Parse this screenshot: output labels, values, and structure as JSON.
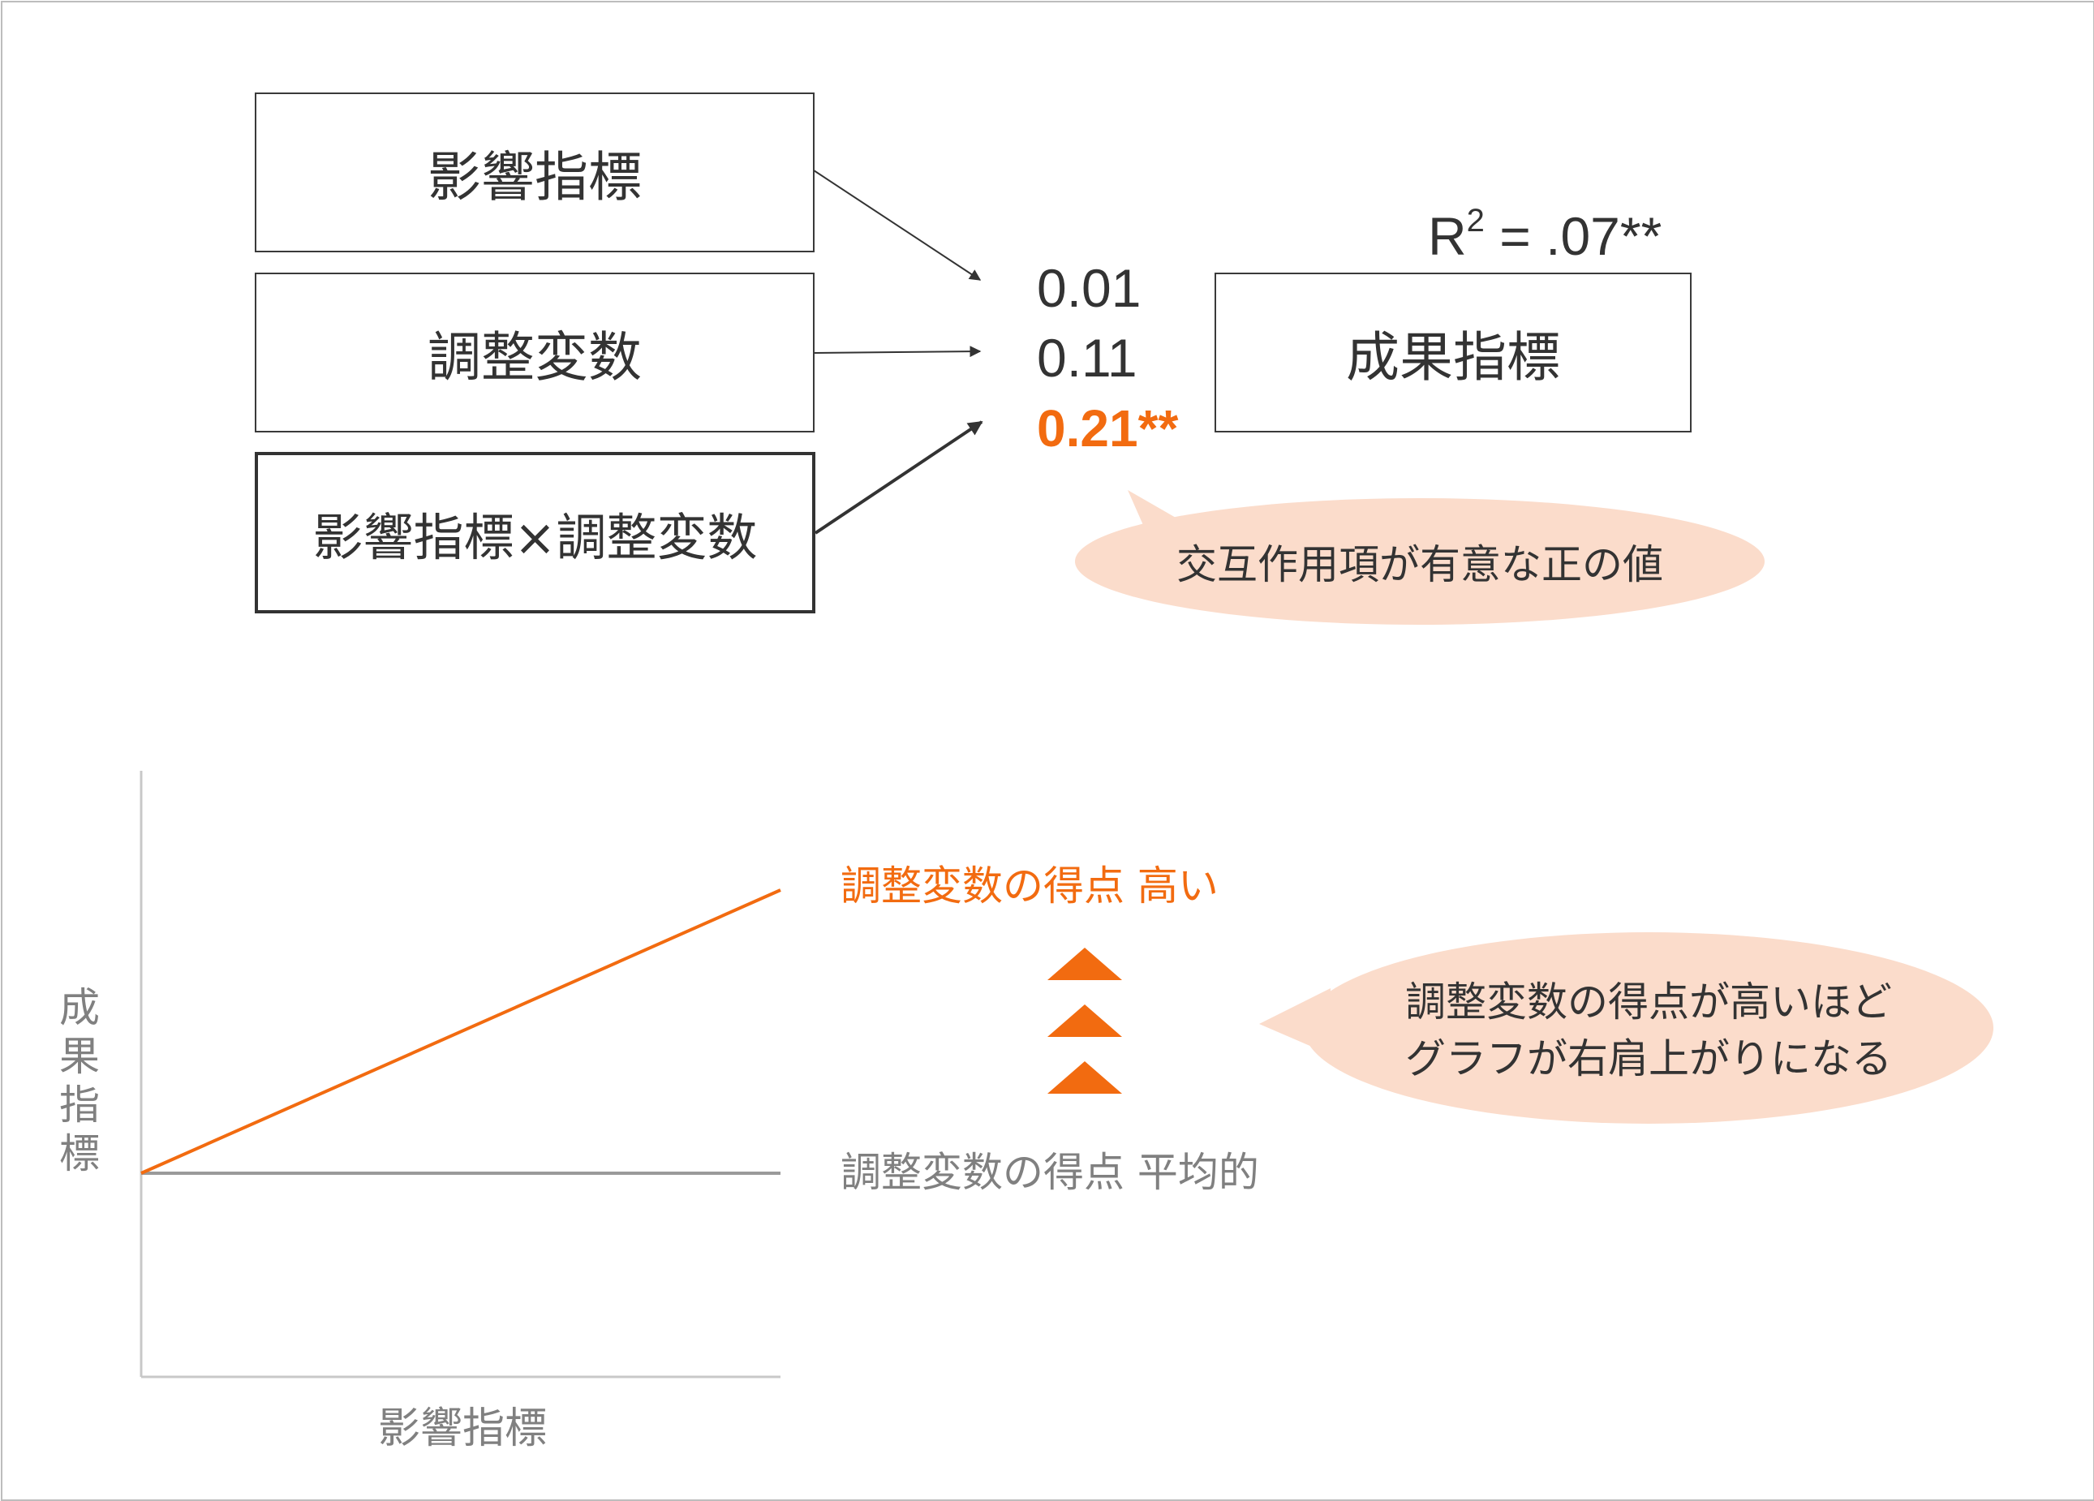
{
  "diagram": {
    "boxes": {
      "influence": "影響指標",
      "moderator": "調整変数",
      "interaction": "影響指標×調整変数",
      "outcome": "成果指標"
    },
    "coefficients": {
      "influence": "0.01",
      "moderator": "0.11",
      "interaction": "0.21**"
    },
    "r2": {
      "base": "R",
      "exp": "2",
      "rest": " = .07**"
    },
    "callout_top": "交互作用項が有意な正の値"
  },
  "graph": {
    "y_axis_label": [
      "成",
      "果",
      "指",
      "標"
    ],
    "x_axis_label": "影響指標",
    "line_high_label": "調整変数の得点 高い",
    "line_avg_label": "調整変数の得点 平均的",
    "callout_lines": [
      "調整変数の得点が高いほど",
      "グラフが右肩上がりになる"
    ],
    "colors": {
      "accent": "#f26b10",
      "neutral": "#9a9a9a",
      "bubble": "#fbdccb"
    }
  }
}
